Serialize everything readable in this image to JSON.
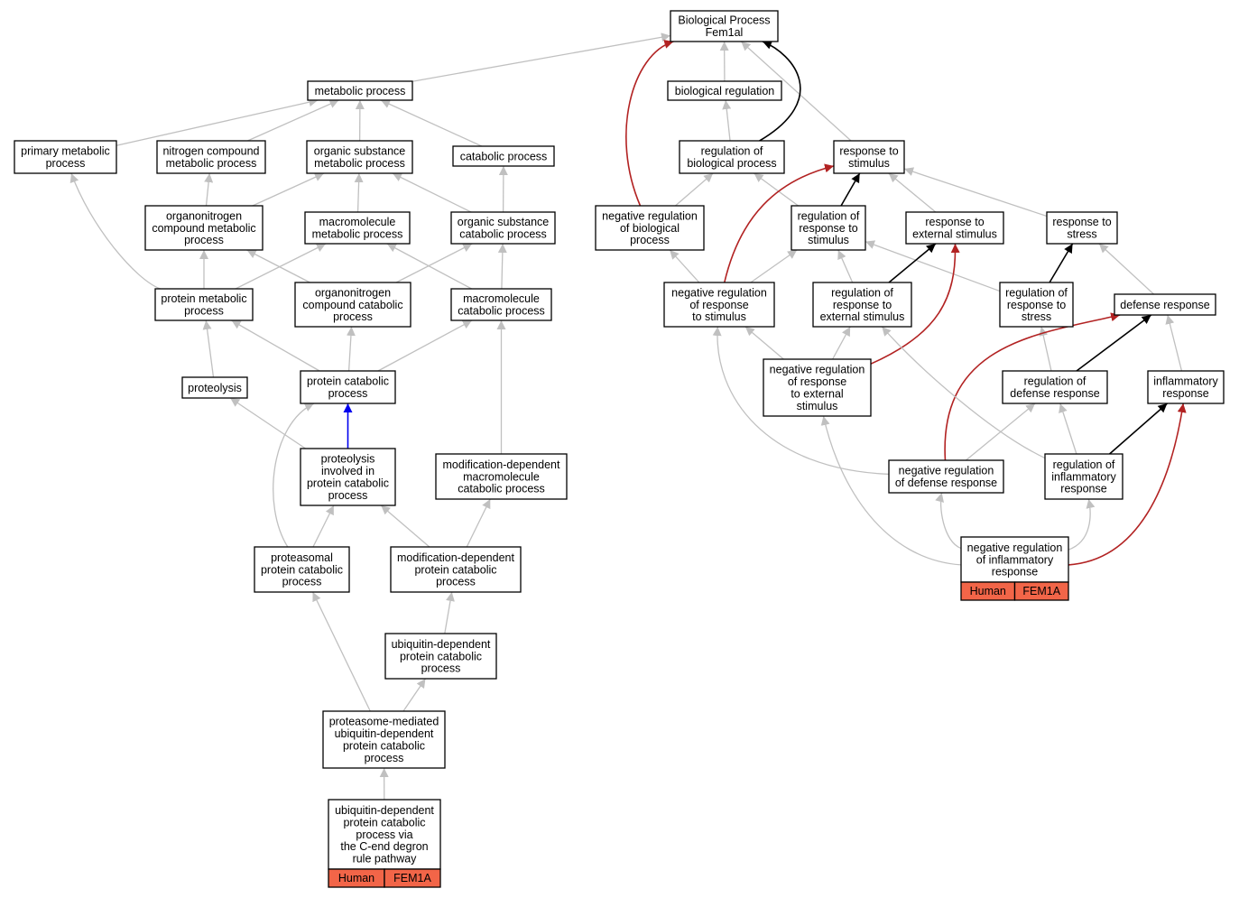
{
  "colors": {
    "is_a": "#c0c0c0",
    "regulates": "#000000",
    "negatively_regulates": "#b22222",
    "part_of": "#0000ee",
    "badge": "#f26548"
  },
  "nodes": {
    "bp": {
      "lines": [
        "Biological Process",
        "Fem1al"
      ]
    },
    "metabolic_process": {
      "lines": [
        "metabolic process"
      ]
    },
    "biological_regulation": {
      "lines": [
        "biological regulation"
      ]
    },
    "primary_metabolic_process": {
      "lines": [
        "primary metabolic",
        "process"
      ]
    },
    "nitrogen_compound_metabolic_process": {
      "lines": [
        "nitrogen compound",
        "metabolic process"
      ]
    },
    "organic_substance_metabolic_process": {
      "lines": [
        "organic substance",
        "metabolic process"
      ]
    },
    "catabolic_process": {
      "lines": [
        "catabolic process"
      ]
    },
    "regulation_of_biological_process": {
      "lines": [
        "regulation of",
        "biological process"
      ]
    },
    "response_to_stimulus": {
      "lines": [
        "response to",
        "stimulus"
      ]
    },
    "organonitrogen_compound_metabolic_process": {
      "lines": [
        "organonitrogen",
        "compound metabolic",
        "process"
      ]
    },
    "macromolecule_metabolic_process": {
      "lines": [
        "macromolecule",
        "metabolic process"
      ]
    },
    "organic_substance_catabolic_process": {
      "lines": [
        "organic substance",
        "catabolic process"
      ]
    },
    "negative_regulation_of_biological_process": {
      "lines": [
        "negative regulation",
        "of biological",
        "process"
      ]
    },
    "regulation_of_response_to_stimulus": {
      "lines": [
        "regulation of",
        "response to",
        "stimulus"
      ]
    },
    "response_to_external_stimulus": {
      "lines": [
        "response to",
        "external stimulus"
      ]
    },
    "response_to_stress": {
      "lines": [
        "response to",
        "stress"
      ]
    },
    "protein_metabolic_process": {
      "lines": [
        "protein metabolic",
        "process"
      ]
    },
    "organonitrogen_compound_catabolic_process": {
      "lines": [
        "organonitrogen",
        "compound catabolic",
        "process"
      ]
    },
    "macromolecule_catabolic_process": {
      "lines": [
        "macromolecule",
        "catabolic process"
      ]
    },
    "negative_regulation_of_response_to_stimulus": {
      "lines": [
        "negative regulation",
        "of response",
        "to stimulus"
      ]
    },
    "regulation_of_response_to_external_stimulus": {
      "lines": [
        "regulation of",
        "response to",
        "external stimulus"
      ]
    },
    "regulation_of_response_to_stress": {
      "lines": [
        "regulation of",
        "response to",
        "stress"
      ]
    },
    "defense_response": {
      "lines": [
        "defense response"
      ]
    },
    "proteolysis": {
      "lines": [
        "proteolysis"
      ]
    },
    "protein_catabolic_process": {
      "lines": [
        "protein catabolic",
        "process"
      ]
    },
    "negative_regulation_of_response_to_external_stimulus": {
      "lines": [
        "negative regulation",
        "of response",
        "to external",
        "stimulus"
      ]
    },
    "regulation_of_defense_response": {
      "lines": [
        "regulation of",
        "defense response"
      ]
    },
    "inflammatory_response": {
      "lines": [
        "inflammatory",
        "response"
      ]
    },
    "proteolysis_involved_in_protein_catabolic_process": {
      "lines": [
        "proteolysis",
        "involved in",
        "protein catabolic",
        "process"
      ]
    },
    "modification_dependent_macromolecule_catabolic_process": {
      "lines": [
        "modification-dependent",
        "macromolecule",
        "catabolic process"
      ]
    },
    "negative_regulation_of_defense_response": {
      "lines": [
        "negative regulation",
        "of defense response"
      ]
    },
    "regulation_of_inflammatory_response": {
      "lines": [
        "regulation of",
        "inflammatory",
        "response"
      ]
    },
    "proteasomal_protein_catabolic_process": {
      "lines": [
        "proteasomal",
        "protein catabolic",
        "process"
      ]
    },
    "modification_dependent_protein_catabolic_process": {
      "lines": [
        "modification-dependent",
        "protein catabolic",
        "process"
      ]
    },
    "negative_regulation_of_inflammatory_response": {
      "lines": [
        "negative regulation",
        "of inflammatory",
        "response"
      ],
      "badge": [
        "Human",
        "FEM1A"
      ]
    },
    "ubiquitin_dependent_protein_catabolic_process": {
      "lines": [
        "ubiquitin-dependent",
        "protein catabolic",
        "process"
      ]
    },
    "proteasome_mediated_ubiquitin_dependent_protein_catabolic_process": {
      "lines": [
        "proteasome-mediated",
        "ubiquitin-dependent",
        "protein catabolic",
        "process"
      ]
    },
    "ubiquitin_dependent_protein_catabolic_process_via_c_end_degron": {
      "lines": [
        "ubiquitin-dependent",
        "protein catabolic",
        "process via",
        "the C-end degron",
        "rule pathway"
      ],
      "badge": [
        "Human",
        "FEM1A"
      ]
    }
  },
  "edges": [
    {
      "from": "metabolic_process",
      "to": "bp",
      "type": "is_a"
    },
    {
      "from": "biological_regulation",
      "to": "bp",
      "type": "is_a"
    },
    {
      "from": "response_to_stimulus",
      "to": "bp",
      "type": "is_a"
    },
    {
      "from": "regulation_of_biological_process",
      "to": "bp",
      "type": "regulates"
    },
    {
      "from": "negative_regulation_of_biological_process",
      "to": "bp",
      "type": "negatively_regulates"
    },
    {
      "from": "regulation_of_biological_process",
      "to": "biological_regulation",
      "type": "is_a"
    },
    {
      "from": "primary_metabolic_process",
      "to": "metabolic_process",
      "type": "is_a"
    },
    {
      "from": "nitrogen_compound_metabolic_process",
      "to": "metabolic_process",
      "type": "is_a"
    },
    {
      "from": "organic_substance_metabolic_process",
      "to": "metabolic_process",
      "type": "is_a"
    },
    {
      "from": "catabolic_process",
      "to": "metabolic_process",
      "type": "is_a"
    },
    {
      "from": "organonitrogen_compound_metabolic_process",
      "to": "nitrogen_compound_metabolic_process",
      "type": "is_a"
    },
    {
      "from": "organonitrogen_compound_metabolic_process",
      "to": "organic_substance_metabolic_process",
      "type": "is_a"
    },
    {
      "from": "macromolecule_metabolic_process",
      "to": "organic_substance_metabolic_process",
      "type": "is_a"
    },
    {
      "from": "organic_substance_catabolic_process",
      "to": "organic_substance_metabolic_process",
      "type": "is_a"
    },
    {
      "from": "organic_substance_catabolic_process",
      "to": "catabolic_process",
      "type": "is_a"
    },
    {
      "from": "negative_regulation_of_biological_process",
      "to": "regulation_of_biological_process",
      "type": "is_a"
    },
    {
      "from": "regulation_of_response_to_stimulus",
      "to": "regulation_of_biological_process",
      "type": "is_a"
    },
    {
      "from": "regulation_of_response_to_stimulus",
      "to": "response_to_stimulus",
      "type": "regulates"
    },
    {
      "from": "response_to_external_stimulus",
      "to": "response_to_stimulus",
      "type": "is_a"
    },
    {
      "from": "response_to_stress",
      "to": "response_to_stimulus",
      "type": "is_a"
    },
    {
      "from": "negative_regulation_of_response_to_stimulus",
      "to": "response_to_stimulus",
      "type": "negatively_regulates"
    },
    {
      "from": "protein_metabolic_process",
      "to": "primary_metabolic_process",
      "type": "is_a"
    },
    {
      "from": "protein_metabolic_process",
      "to": "organonitrogen_compound_metabolic_process",
      "type": "is_a"
    },
    {
      "from": "protein_metabolic_process",
      "to": "macromolecule_metabolic_process",
      "type": "is_a"
    },
    {
      "from": "organonitrogen_compound_catabolic_process",
      "to": "organonitrogen_compound_metabolic_process",
      "type": "is_a"
    },
    {
      "from": "organonitrogen_compound_catabolic_process",
      "to": "organic_substance_catabolic_process",
      "type": "is_a"
    },
    {
      "from": "macromolecule_catabolic_process",
      "to": "macromolecule_metabolic_process",
      "type": "is_a"
    },
    {
      "from": "macromolecule_catabolic_process",
      "to": "organic_substance_catabolic_process",
      "type": "is_a"
    },
    {
      "from": "negative_regulation_of_response_to_stimulus",
      "to": "negative_regulation_of_biological_process",
      "type": "is_a"
    },
    {
      "from": "negative_regulation_of_response_to_stimulus",
      "to": "regulation_of_response_to_stimulus",
      "type": "is_a"
    },
    {
      "from": "regulation_of_response_to_external_stimulus",
      "to": "regulation_of_response_to_stimulus",
      "type": "is_a"
    },
    {
      "from": "regulation_of_response_to_stress",
      "to": "regulation_of_response_to_stimulus",
      "type": "is_a"
    },
    {
      "from": "regulation_of_response_to_external_stimulus",
      "to": "response_to_external_stimulus",
      "type": "regulates"
    },
    {
      "from": "regulation_of_response_to_stress",
      "to": "response_to_stress",
      "type": "regulates"
    },
    {
      "from": "defense_response",
      "to": "response_to_stress",
      "type": "is_a"
    },
    {
      "from": "proteolysis",
      "to": "protein_metabolic_process",
      "type": "is_a"
    },
    {
      "from": "protein_catabolic_process",
      "to": "protein_metabolic_process",
      "type": "is_a"
    },
    {
      "from": "protein_catabolic_process",
      "to": "organonitrogen_compound_catabolic_process",
      "type": "is_a"
    },
    {
      "from": "protein_catabolic_process",
      "to": "macromolecule_catabolic_process",
      "type": "is_a"
    },
    {
      "from": "negative_regulation_of_response_to_external_stimulus",
      "to": "negative_regulation_of_response_to_stimulus",
      "type": "is_a"
    },
    {
      "from": "negative_regulation_of_response_to_external_stimulus",
      "to": "regulation_of_response_to_external_stimulus",
      "type": "is_a"
    },
    {
      "from": "negative_regulation_of_response_to_external_stimulus",
      "to": "response_to_external_stimulus",
      "type": "negatively_regulates"
    },
    {
      "from": "regulation_of_defense_response",
      "to": "regulation_of_response_to_stress",
      "type": "is_a"
    },
    {
      "from": "regulation_of_defense_response",
      "to": "defense_response",
      "type": "regulates"
    },
    {
      "from": "inflammatory_response",
      "to": "defense_response",
      "type": "is_a"
    },
    {
      "from": "proteolysis_involved_in_protein_catabolic_process",
      "to": "proteolysis",
      "type": "is_a"
    },
    {
      "from": "proteolysis_involved_in_protein_catabolic_process",
      "to": "protein_catabolic_process",
      "type": "part_of"
    },
    {
      "from": "modification_dependent_macromolecule_catabolic_process",
      "to": "macromolecule_catabolic_process",
      "type": "is_a"
    },
    {
      "from": "negative_regulation_of_defense_response",
      "to": "negative_regulation_of_response_to_stimulus",
      "type": "is_a"
    },
    {
      "from": "negative_regulation_of_defense_response",
      "to": "regulation_of_defense_response",
      "type": "is_a"
    },
    {
      "from": "negative_regulation_of_defense_response",
      "to": "defense_response",
      "type": "negatively_regulates"
    },
    {
      "from": "regulation_of_inflammatory_response",
      "to": "regulation_of_defense_response",
      "type": "is_a"
    },
    {
      "from": "regulation_of_inflammatory_response",
      "to": "regulation_of_response_to_external_stimulus",
      "type": "is_a"
    },
    {
      "from": "regulation_of_inflammatory_response",
      "to": "inflammatory_response",
      "type": "regulates"
    },
    {
      "from": "proteasomal_protein_catabolic_process",
      "to": "proteolysis_involved_in_protein_catabolic_process",
      "type": "is_a"
    },
    {
      "from": "proteasomal_protein_catabolic_process",
      "to": "protein_catabolic_process",
      "type": "is_a"
    },
    {
      "from": "modification_dependent_protein_catabolic_process",
      "to": "proteolysis_involved_in_protein_catabolic_process",
      "type": "is_a"
    },
    {
      "from": "modification_dependent_protein_catabolic_process",
      "to": "modification_dependent_macromolecule_catabolic_process",
      "type": "is_a"
    },
    {
      "from": "negative_regulation_of_inflammatory_response",
      "to": "negative_regulation_of_response_to_external_stimulus",
      "type": "is_a"
    },
    {
      "from": "negative_regulation_of_inflammatory_response",
      "to": "negative_regulation_of_defense_response",
      "type": "is_a"
    },
    {
      "from": "negative_regulation_of_inflammatory_response",
      "to": "regulation_of_inflammatory_response",
      "type": "is_a"
    },
    {
      "from": "negative_regulation_of_inflammatory_response",
      "to": "inflammatory_response",
      "type": "negatively_regulates"
    },
    {
      "from": "ubiquitin_dependent_protein_catabolic_process",
      "to": "modification_dependent_protein_catabolic_process",
      "type": "is_a"
    },
    {
      "from": "proteasome_mediated_ubiquitin_dependent_protein_catabolic_process",
      "to": "proteasomal_protein_catabolic_process",
      "type": "is_a"
    },
    {
      "from": "proteasome_mediated_ubiquitin_dependent_protein_catabolic_process",
      "to": "ubiquitin_dependent_protein_catabolic_process",
      "type": "is_a"
    },
    {
      "from": "ubiquitin_dependent_protein_catabolic_process_via_c_end_degron",
      "to": "proteasome_mediated_ubiquitin_dependent_protein_catabolic_process",
      "type": "is_a"
    }
  ]
}
